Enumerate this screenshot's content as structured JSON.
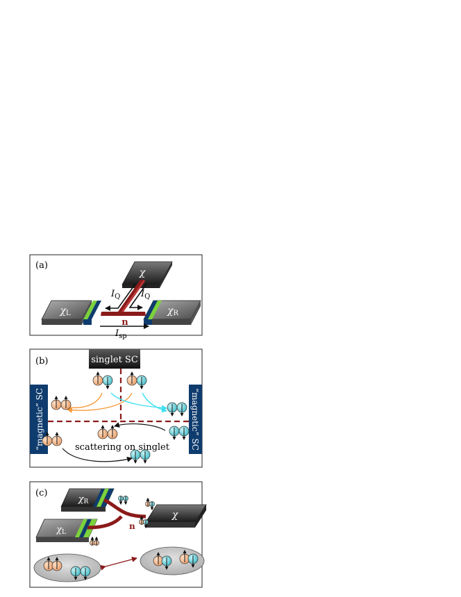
{
  "panels": {
    "a": {
      "label": "(a)",
      "top_block": "χ",
      "left_block": "χ",
      "left_sub": "L",
      "right_block": "χ",
      "right_sub": "R",
      "wire_label": "n",
      "iq_left": "I",
      "iq_left_sub": "Q",
      "iq_right": "I",
      "iq_right_sub": "Q",
      "isp": "I",
      "isp_sub": "sp"
    },
    "b": {
      "label": "(b)",
      "top_box": "singlet SC",
      "left_box": "“magnetic” SC",
      "right_box": "“magnetic” SC",
      "caption": "scattering on singlet"
    },
    "c": {
      "label": "(c)",
      "upper_block": "χ",
      "upper_sub": "R",
      "lower_block": "χ",
      "lower_sub": "L",
      "right_block": "χ",
      "wire_label": "n"
    }
  },
  "colors": {
    "wire": "#8b1a1a",
    "orange_electron": "#f2b88d",
    "cyan_electron": "#7fd6de",
    "magnetic_sc": "#0f3c6e",
    "green_stripe": "#7bd23c",
    "orange_arrow": "#f59a3a",
    "cyan_arrow": "#3ee0f0"
  }
}
